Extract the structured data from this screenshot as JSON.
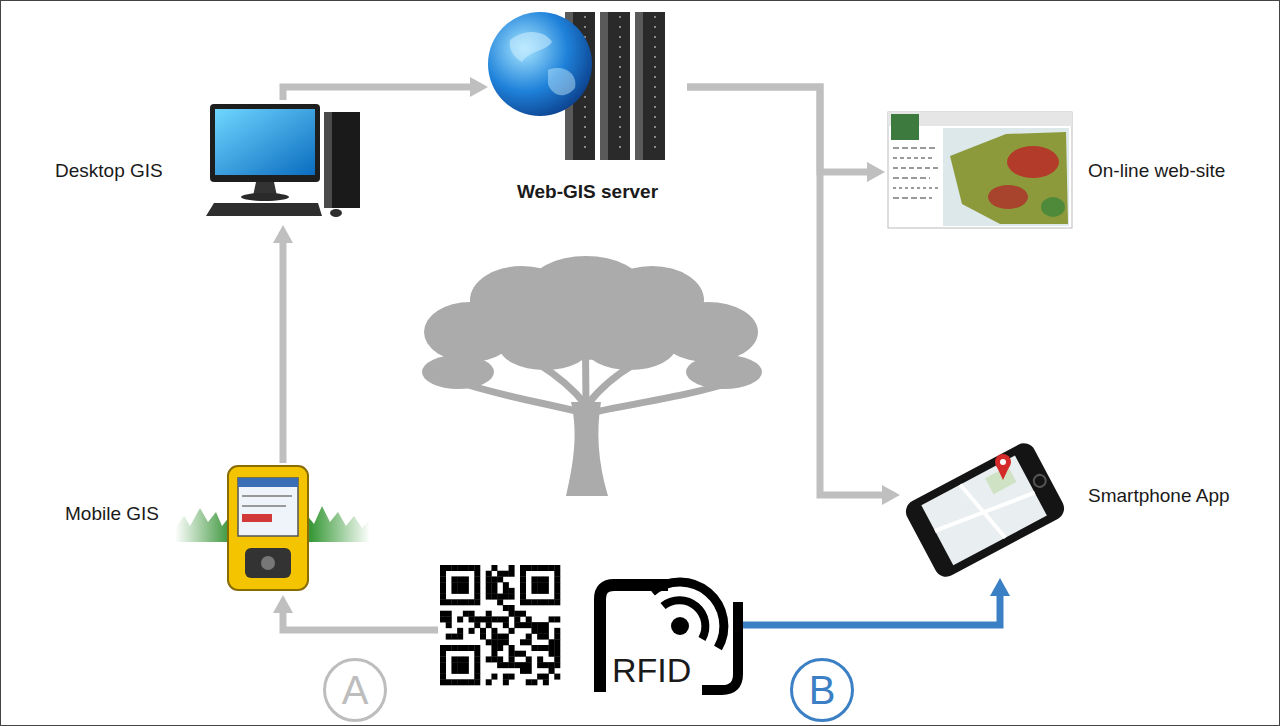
{
  "diagram": {
    "nodes": [
      {
        "text": [
          "Desktop GIS"
        ]
      },
      {
        "text": [
          "Web-GIS server"
        ]
      },
      {
        "text": [
          "On-line web-site"
        ]
      },
      {
        "text": [
          "Mobile GIS"
        ]
      },
      {
        "text": [
          "Smartphone App"
        ]
      },
      {
        "text": [
          "RFID"
        ]
      },
      {
        "text": [
          "A"
        ]
      },
      {
        "text": [
          "B"
        ]
      }
    ],
    "edges": [
      {
        "from": 3,
        "to": 0,
        "arrow": "to"
      },
      {
        "from": 0,
        "to": 1,
        "arrow": "to"
      },
      {
        "from": 1,
        "to": 2,
        "arrow": "to"
      },
      {
        "from": 1,
        "to": 4,
        "arrow": "to"
      },
      {
        "from": 5,
        "to": 3,
        "arrow": "to"
      },
      {
        "from": 5,
        "to": 4,
        "arrow": "to"
      }
    ]
  }
}
